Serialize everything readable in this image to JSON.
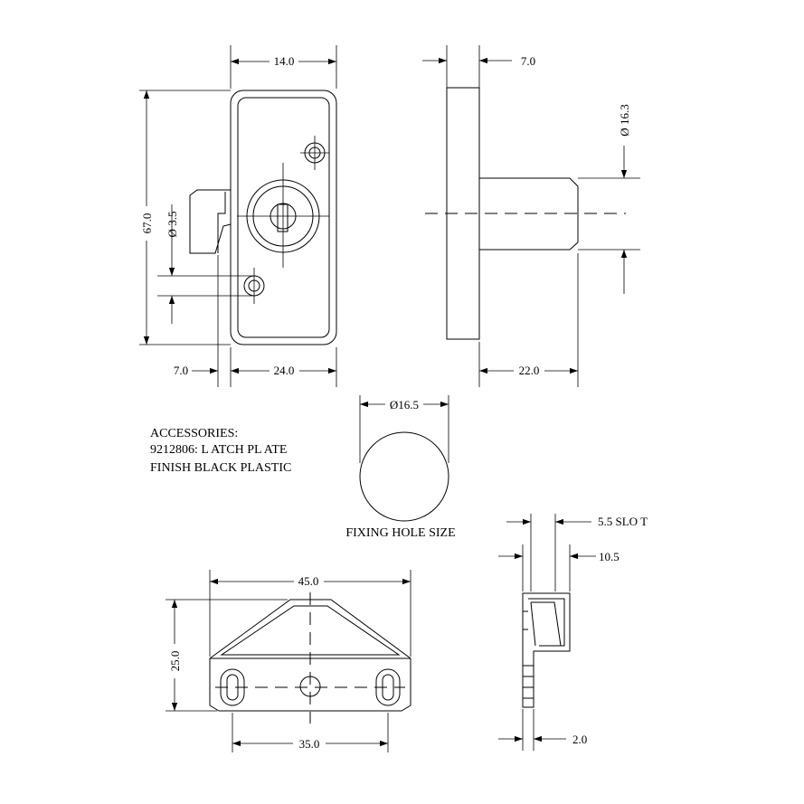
{
  "dimensions": {
    "front_width": "14.0",
    "front_height": "67.0",
    "hole_dia": "Ø 3.5",
    "offset_left": "7.0",
    "front_bottom_width": "24.0",
    "side_thickness": "7.0",
    "cylinder_dia": "Ø 16.3",
    "cylinder_length": "22.0",
    "fixing_hole_dia": "Ø16.5",
    "plate_width": "45.0",
    "plate_height": "25.0",
    "plate_hole_spacing": "35.0",
    "slot_width": "5.5 SLO T",
    "plate_depth": "10.5",
    "plate_thickness": "2.0"
  },
  "notes": {
    "accessories_line1": "ACCESSORIES:",
    "accessories_line2": "9212806: L ATCH PL ATE",
    "accessories_line3": "FINISH BLACK PLASTIC",
    "fixing_hole_label": "FIXING HOLE SIZE"
  }
}
